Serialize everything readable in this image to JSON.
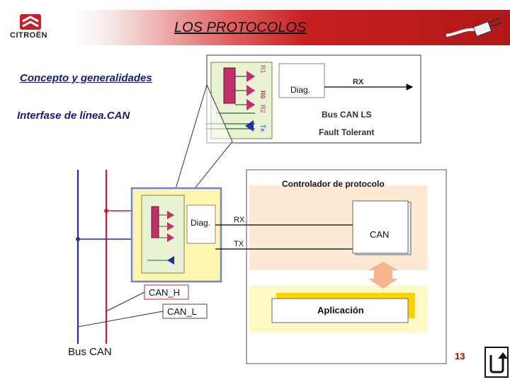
{
  "header": {
    "brand": "CITROËN",
    "title": "LOS PROTOCOLOS"
  },
  "headings": {
    "concept": "Concepto y generalidades",
    "interface": "Interfase de línea.CAN"
  },
  "zoom_view": {
    "diag": "Diag.",
    "rx": "RX",
    "bus_type": "Bus CAN LS",
    "fault": "Fault Tolerant",
    "pins": [
      "R1",
      "R0",
      "R2",
      "Tx"
    ]
  },
  "controller": {
    "title": "Controlador de protocolo",
    "diag": "Diag.",
    "rx": "RX",
    "tx": "TX",
    "can": "CAN",
    "application": "Aplicación"
  },
  "bus": {
    "can_h": "CAN_H",
    "can_l": "CAN_L",
    "label": "Bus CAN"
  },
  "footer": {
    "page": "13"
  },
  "colors": {
    "brand_red": "#c8202a",
    "heading_blue": "#1a1a80",
    "panel_yellow": "#fff9c8",
    "controller_bg": "#fde9d4",
    "transceiver_green": "#3a8a3a"
  }
}
